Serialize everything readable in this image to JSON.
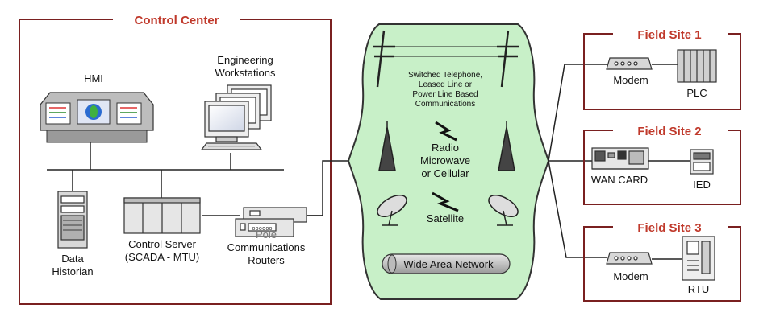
{
  "control_center": {
    "title": "Control Center",
    "hmi": "HMI",
    "engineering_line1": "Engineering",
    "engineering_line2": "Workstations",
    "historian_line1": "Data",
    "historian_line2": "Historian",
    "server_line1": "Control Server",
    "server_line2": "(SCADA - MTU)",
    "routers_line0": "Pole",
    "routers_line1": "Communications",
    "routers_line2": "Routers"
  },
  "wan": {
    "telephone_line1": "Switched Telephone,",
    "telephone_line2": "Leased Line or",
    "telephone_line3": "Power Line Based",
    "telephone_line4": "Communications",
    "radio_line1": "Radio",
    "radio_line2": "Microwave",
    "radio_line3": "or Cellular",
    "satellite": "Satellite",
    "label": "Wide Area Network"
  },
  "field_sites": [
    {
      "title": "Field Site 1",
      "device_left": "Modem",
      "device_right": "PLC"
    },
    {
      "title": "Field Site 2",
      "device_left": "WAN CARD",
      "device_right": "IED"
    },
    {
      "title": "Field Site 3",
      "device_left": "Modem",
      "device_right": "RTU"
    }
  ],
  "colors": {
    "frame": "#7a2020",
    "title": "#c0392b",
    "cloud": "#c8f0c8"
  }
}
